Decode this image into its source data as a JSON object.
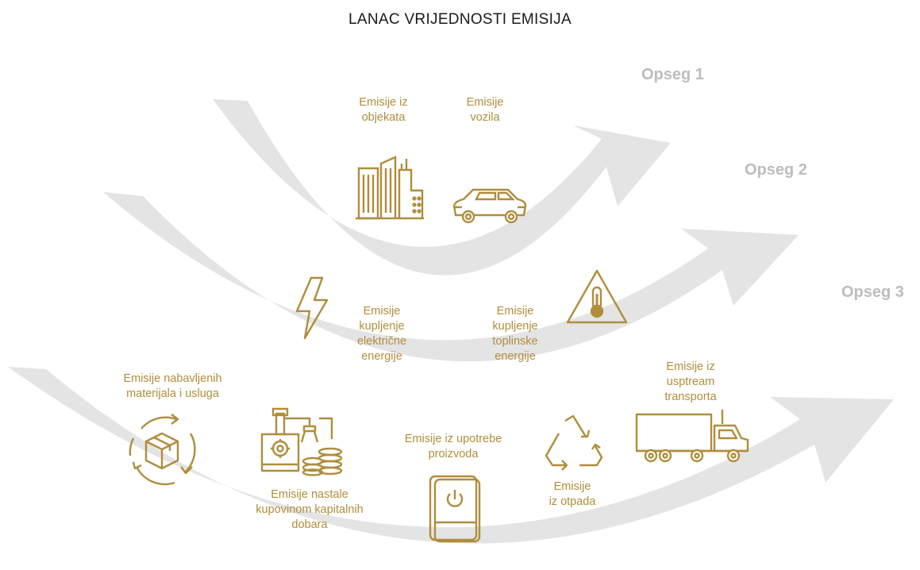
{
  "title": "LANAC VRIJEDNOSTI EMISIJA",
  "colors": {
    "accent": "#b08d3c",
    "arrow": "#e4e4e4",
    "scope_label": "#bdbdbd",
    "title": "#1a1a1a"
  },
  "scopes": [
    {
      "label": "Opseg 1"
    },
    {
      "label": "Opseg 2"
    },
    {
      "label": "Opseg 3"
    }
  ],
  "items": {
    "objects": {
      "label": "Emisije iz\nobjekata",
      "icon": "buildings-icon"
    },
    "vehicles": {
      "label": "Emisije\nvozila",
      "icon": "car-icon"
    },
    "electricity": {
      "label": "Emisije\nkupljenje\nelektrične\nenergije",
      "icon": "lightning-icon"
    },
    "heat": {
      "label": "Emisije\nkupljenje\ntoplinske\nenergije",
      "icon": "thermometer-warning-icon"
    },
    "materials": {
      "label": "Emisije nabavljenih\nmaterijala i usluga",
      "icon": "box-cycle-icon"
    },
    "capital": {
      "label": "Emisije nastale\nkupovinom kapitalnih\ndobara",
      "icon": "robot-arm-coins-icon"
    },
    "product_use": {
      "label": "Emisije iz upotrebe\nproizvoda",
      "icon": "power-device-icon"
    },
    "waste": {
      "label": "Emisije\niz otpada",
      "icon": "recycle-icon"
    },
    "transport": {
      "label": "Emisije iz\nusptream\ntransporta",
      "icon": "truck-icon"
    }
  }
}
